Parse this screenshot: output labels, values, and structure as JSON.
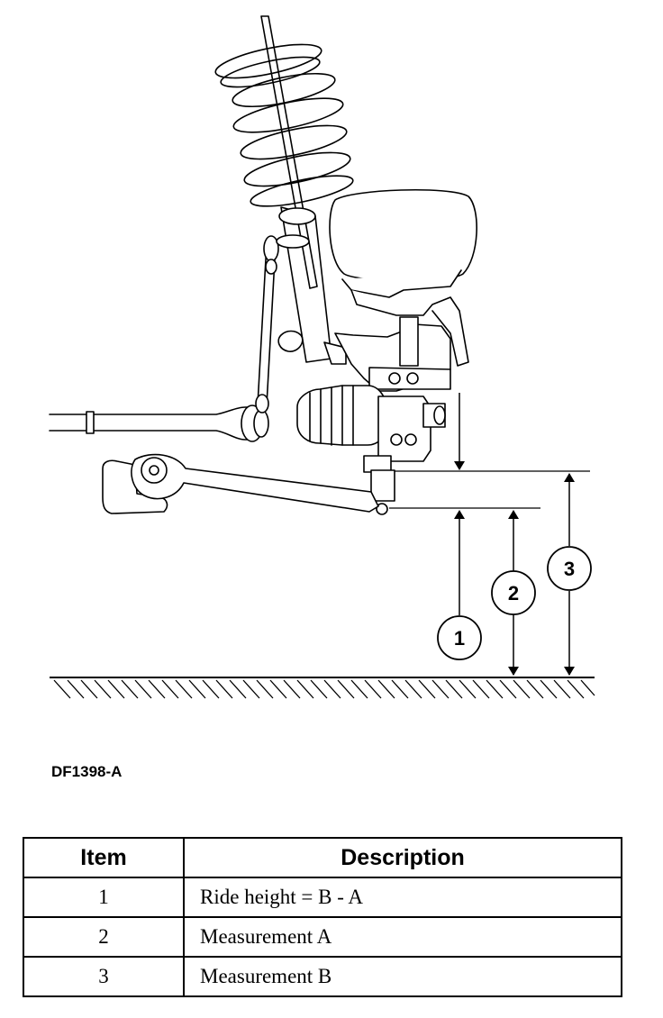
{
  "figure_id": "DF1398-A",
  "callouts": [
    "1",
    "2",
    "3"
  ],
  "legend": {
    "headers": {
      "item": "Item",
      "description": "Description"
    },
    "rows": [
      {
        "item": "1",
        "description": "Ride height = B - A"
      },
      {
        "item": "2",
        "description": "Measurement A"
      },
      {
        "item": "3",
        "description": "Measurement B"
      }
    ]
  }
}
